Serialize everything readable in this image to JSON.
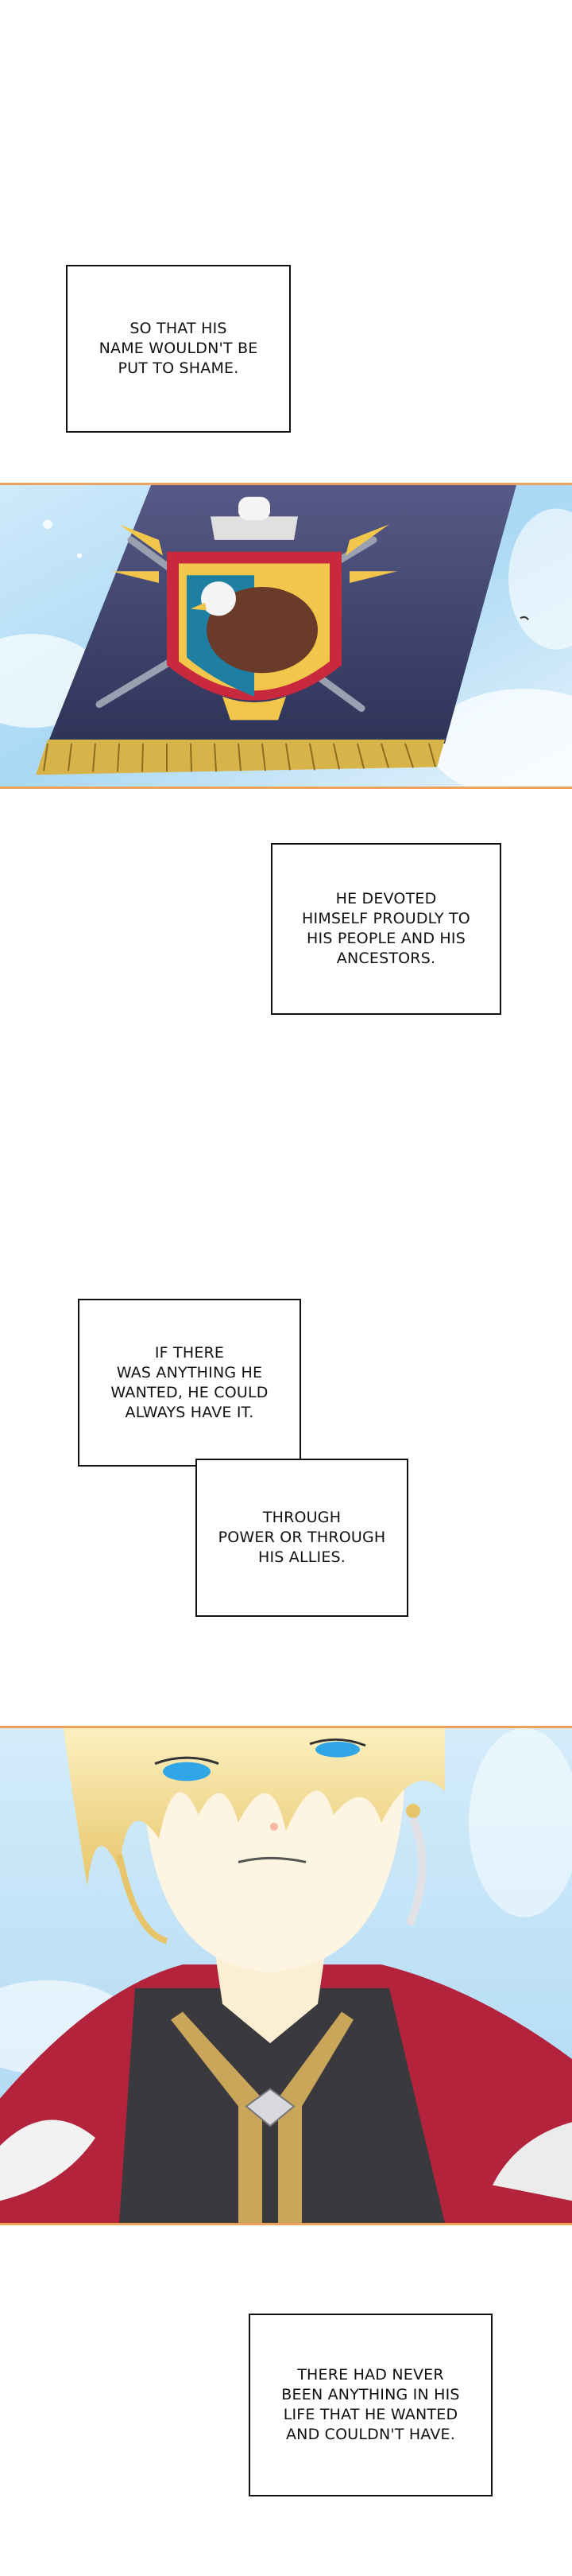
{
  "captions": {
    "c1": "SO THAT HIS\nNAME WOULDN'T BE\nPUT TO SHAME.",
    "c2": "HE DEVOTED\nHIMSELF PROUDLY TO\nHIS PEOPLE AND HIS\nANCESTORS.",
    "c3": "IF THERE\nWAS ANYTHING HE\nWANTED, HE COULD\nALWAYS HAVE IT.",
    "c4": "THROUGH\nPOWER OR THROUGH\nHIS ALLIES.",
    "c5": "THERE HAD NEVER\nBEEN ANYTHING IN HIS\nLIFE THAT HE WANTED\nAND COULDN'T HAVE."
  },
  "colors": {
    "panel_border": "#f0a25a",
    "banner_cloth": "#3f4470",
    "sky": "#bfe3f7",
    "cape": "#b3243c",
    "hair": "#f4dc8e",
    "eyes": "#31a6e6"
  }
}
